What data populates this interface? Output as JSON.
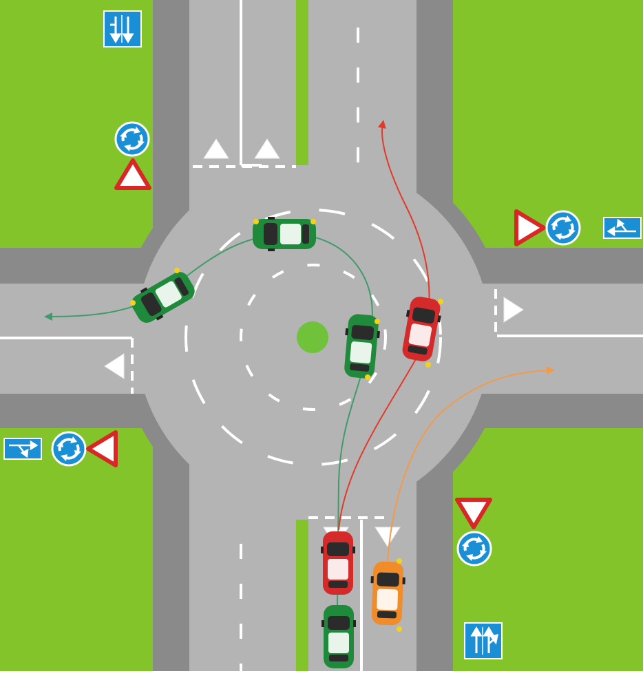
{
  "diagram": {
    "subject": "roundabout-intersection",
    "colors": {
      "grass": "#84c42b",
      "road": "#b4b4b4",
      "curb": "#8a8a8a",
      "marking": "#ffffff",
      "island": "#6fc23a",
      "sign_blue": "#1b8fd6",
      "sign_red": "#d92727",
      "car_green": "#1f8a3b",
      "car_red": "#d42a2a",
      "car_orange": "#f08c2a",
      "path_green": "#3f9c6a",
      "path_red": "#e23a2a",
      "path_orange": "#f29a4a"
    },
    "cars": [
      {
        "id": "green-car-top",
        "color": "green",
        "heading": "west"
      },
      {
        "id": "green-car-left",
        "color": "green",
        "heading": "exiting-west"
      },
      {
        "id": "green-car-inner",
        "color": "green",
        "heading": "north"
      },
      {
        "id": "red-car-ring",
        "color": "red",
        "heading": "north"
      },
      {
        "id": "red-car-entry",
        "color": "red",
        "heading": "north"
      },
      {
        "id": "orange-car-entry",
        "color": "orange",
        "heading": "north"
      },
      {
        "id": "green-car-queue",
        "color": "green",
        "heading": "north"
      }
    ],
    "paths": [
      {
        "id": "green-path",
        "color": "green",
        "from": "south-left-lane",
        "to": "west-exit"
      },
      {
        "id": "red-path",
        "color": "red",
        "from": "south-left-lane",
        "to": "north-exit"
      },
      {
        "id": "orange-path",
        "color": "orange",
        "from": "south-right-lane",
        "to": "east-exit"
      }
    ],
    "signs": [
      {
        "id": "lane-direction-sign-nw",
        "type": "lane-direction",
        "icon": "two-lane-arrows-icon"
      },
      {
        "id": "roundabout-sign-nw",
        "type": "roundabout",
        "icon": "roundabout-icon"
      },
      {
        "id": "yield-sign-nw",
        "type": "yield",
        "icon": "yield-triangle-icon"
      },
      {
        "id": "yield-sign-ne",
        "type": "yield",
        "icon": "yield-triangle-icon"
      },
      {
        "id": "roundabout-sign-ne",
        "type": "roundabout",
        "icon": "roundabout-icon"
      },
      {
        "id": "lane-direction-sign-ne",
        "type": "lane-direction",
        "icon": "lane-split-arrows-icon"
      },
      {
        "id": "lane-direction-sign-sw",
        "type": "lane-direction",
        "icon": "lane-split-arrows-icon"
      },
      {
        "id": "roundabout-sign-sw",
        "type": "roundabout",
        "icon": "roundabout-icon"
      },
      {
        "id": "yield-sign-sw",
        "type": "yield",
        "icon": "yield-triangle-icon"
      },
      {
        "id": "yield-sign-se",
        "type": "yield",
        "icon": "yield-triangle-icon"
      },
      {
        "id": "roundabout-sign-se",
        "type": "roundabout",
        "icon": "roundabout-icon"
      },
      {
        "id": "lane-direction-sign-se",
        "type": "lane-direction",
        "icon": "two-lane-arrows-icon"
      }
    ]
  }
}
